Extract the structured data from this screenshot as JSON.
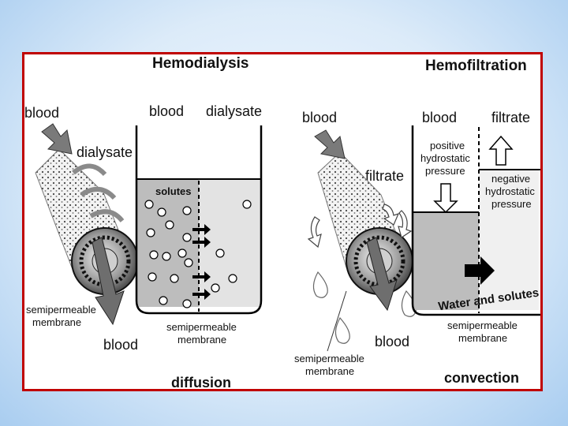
{
  "hemodialysis": {
    "title": "Hemodialysis",
    "blood_in": "blood",
    "dialysate_in": "dialysate",
    "membrane_left": "semipermeable\nmembrane",
    "blood_out": "blood",
    "tank_blood": "blood",
    "tank_dialysate": "dialysate",
    "solutes": "solutes",
    "tank_membrane": "semipermeable\nmembrane",
    "process": "diffusion"
  },
  "hemofiltration": {
    "title": "Hemofiltration",
    "blood_in": "blood",
    "filtrate_out": "filtrate",
    "membrane_left": "semipermeable\nmembrane",
    "blood_out": "blood",
    "tank_blood": "blood",
    "tank_filtrate": "filtrate",
    "positive_pressure": "positive\nhydrostatic\npressure",
    "negative_pressure": "negative\nhydrostatic\npressure",
    "water_solutes": "Water and solutes",
    "tank_membrane": "semipermeable\nmembrane",
    "process": "convection"
  },
  "colors": {
    "frame": "#c00000",
    "blood_fluid": "#bdbdbd",
    "dialysate_fluid": "#e3e3e3",
    "arrow_gray": "#7a7a7a"
  }
}
